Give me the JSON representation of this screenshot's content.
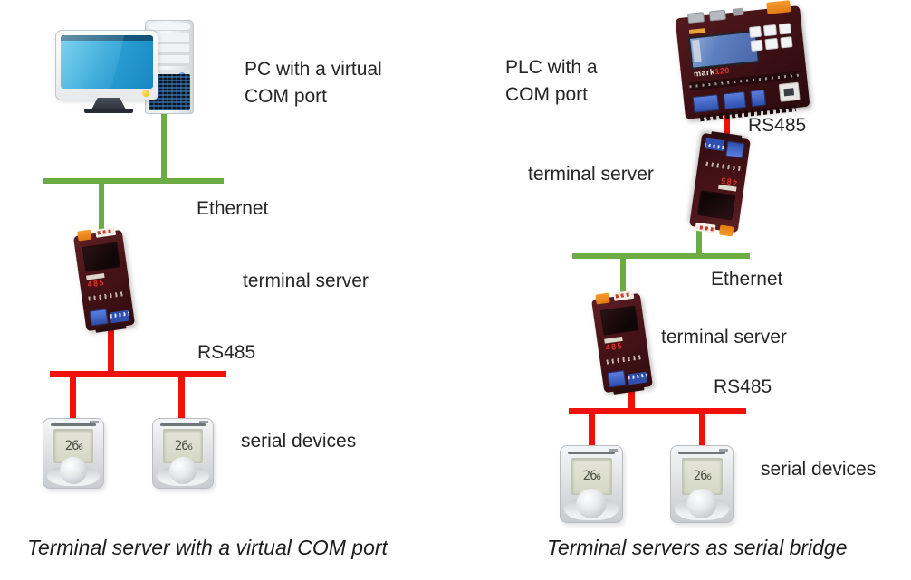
{
  "colors": {
    "ethernet_green": "#6BAC44",
    "rs485_red": "#F2100A",
    "label_text": "#262626"
  },
  "left_diagram": {
    "device_top_label_line1": "PC with a virtual",
    "device_top_label_line2": "COM port",
    "ethernet_label": "Ethernet",
    "terminal_server_label": "terminal server",
    "rs485_label": "RS485",
    "serial_devices_label": "serial devices",
    "caption": "Terminal server with a virtual COM port"
  },
  "right_diagram": {
    "device_top_label_line1": "PLC with a",
    "device_top_label_line2": "COM port",
    "rs485_upper_label": "RS485",
    "terminal_server_upper_label": "terminal server",
    "ethernet_label": "Ethernet",
    "terminal_server_lower_label": "terminal server",
    "rs485_lower_label": "RS485",
    "serial_devices_label": "serial devices",
    "caption": "Terminal servers as serial bridge"
  },
  "device_art": {
    "plc_brand": "mark",
    "plc_model": "120",
    "terminal_server_model": "485",
    "thermostat_display_main": "26",
    "thermostat_display_sub": "6"
  }
}
